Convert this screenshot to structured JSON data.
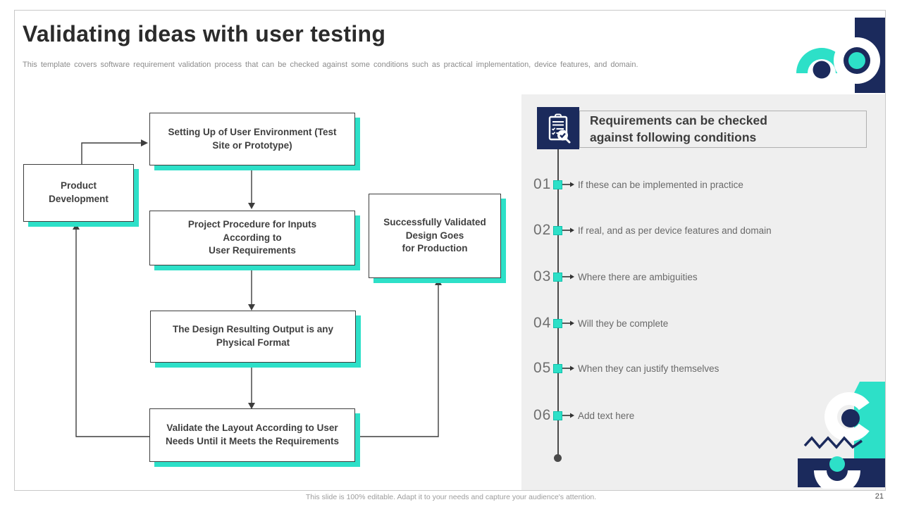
{
  "colors": {
    "teal": "#2DE0C8",
    "navy": "#1B2A5C",
    "panel_bg": "#EFEFEF",
    "line": "#3D3D3D"
  },
  "header": {
    "title": "Validating ideas with user testing",
    "subtitle": "This template covers software requirement validation process that can be checked against some conditions such as practical implementation, device features, and domain."
  },
  "flowchart": {
    "boxes": [
      {
        "id": "setting-up-environment",
        "label": "Setting Up of User Environment (Test\nSite or Prototype)"
      },
      {
        "id": "product-development",
        "label": "Product\nDevelopment"
      },
      {
        "id": "project-procedure",
        "label": "Project Procedure for Inputs\nAccording to\nUser Requirements"
      },
      {
        "id": "successfully-validated",
        "label": "Successfully Validated\nDesign Goes\nfor Production"
      },
      {
        "id": "design-output",
        "label": "The Design Resulting Output is any\nPhysical Format"
      },
      {
        "id": "validate-layout",
        "label": "Validate the Layout According to User\nNeeds Until it Meets the Requirements"
      }
    ]
  },
  "panel": {
    "heading": "Requirements can be checked\nagainst following conditions",
    "icon": "clipboard-check-icon",
    "items": [
      {
        "number": "01",
        "text": "If these can be implemented in practice"
      },
      {
        "number": "02",
        "text": "If real, and as per device features and domain"
      },
      {
        "number": "03",
        "text": "Where there are ambiguities"
      },
      {
        "number": "04",
        "text": "Will they be complete"
      },
      {
        "number": "05",
        "text": "When they can justify themselves"
      },
      {
        "number": "06",
        "text": "Add text here"
      }
    ]
  },
  "footer": {
    "note": "This slide is 100% editable. Adapt it to your needs and capture your audience's attention.",
    "page_number": "21"
  }
}
